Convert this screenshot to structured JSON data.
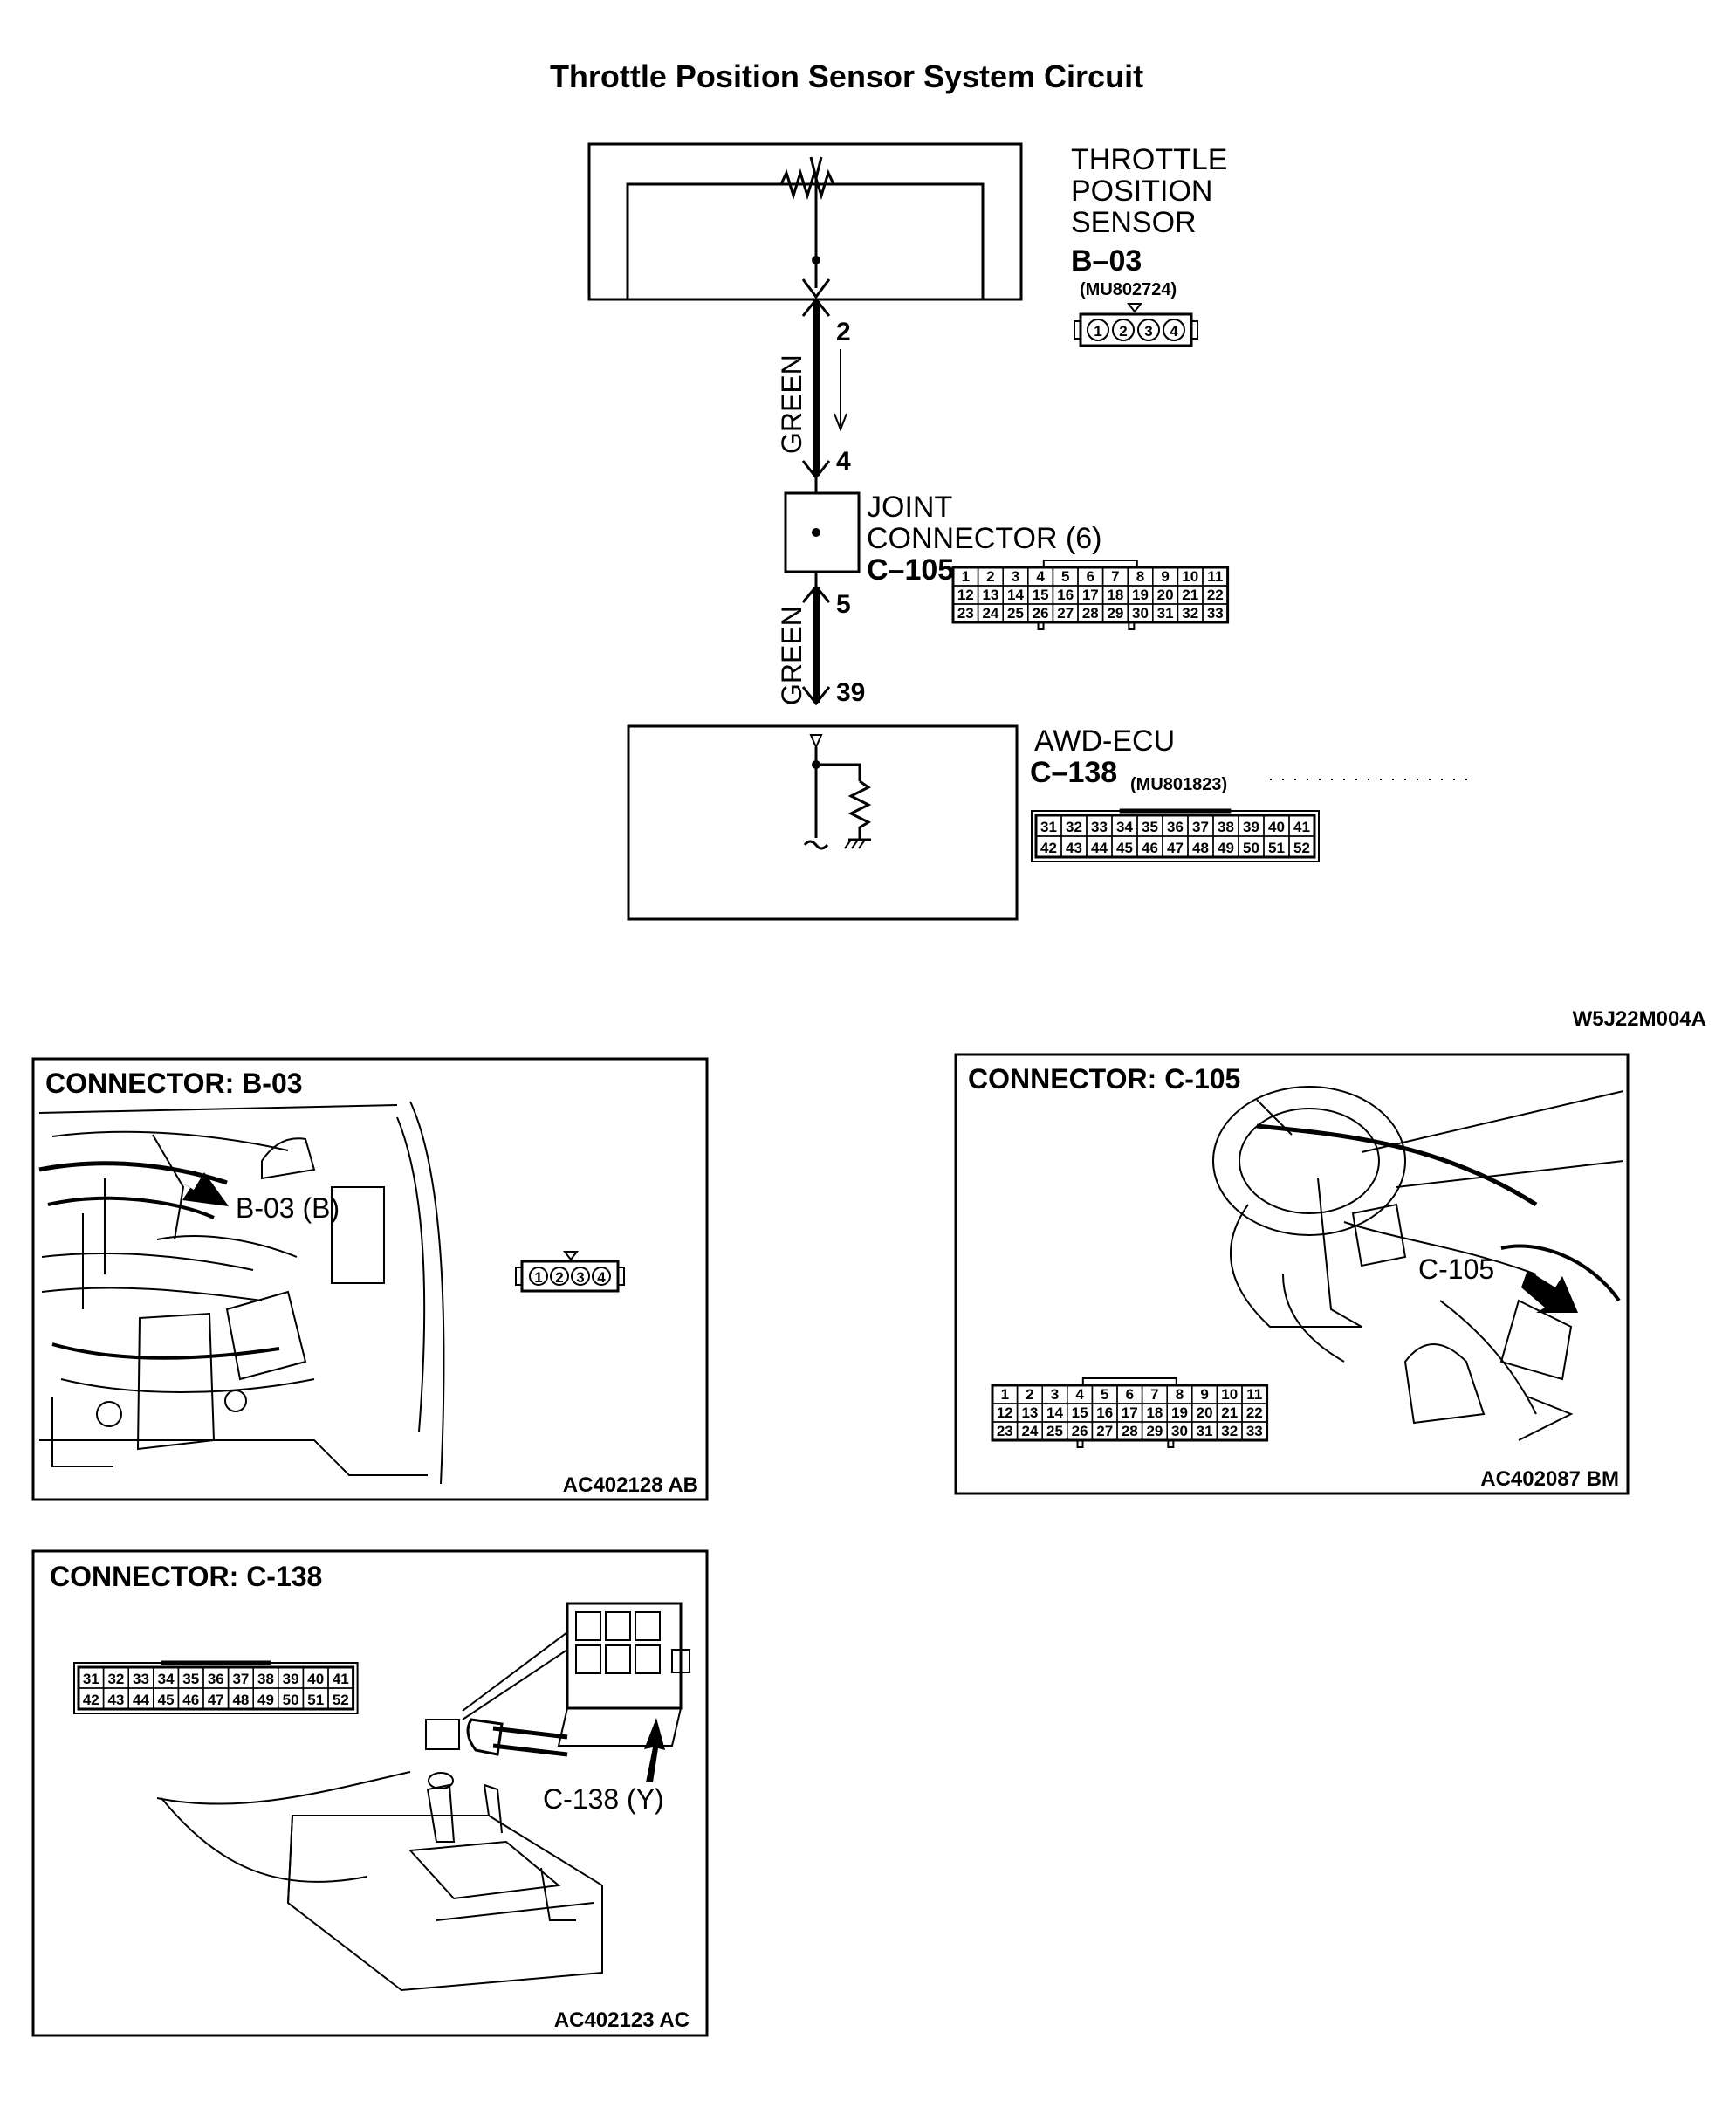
{
  "title": "Throttle Position Sensor System Circuit",
  "figure_id": "W5J22M004A",
  "tps": {
    "name_lines": [
      "THROTTLE",
      "POSITION",
      "SENSOR"
    ],
    "code": "B–03",
    "part": "(MU802724)",
    "pins": [
      "1",
      "2",
      "3",
      "4"
    ]
  },
  "wire1": {
    "color": "GREEN",
    "pin_top": "2",
    "pin_bottom": "4"
  },
  "joint": {
    "name_lines": [
      "JOINT",
      "CONNECTOR (6)"
    ],
    "code": "C–105",
    "rows": [
      [
        "1",
        "2",
        "3",
        "4",
        "5",
        "6",
        "7",
        "8",
        "9",
        "10",
        "11"
      ],
      [
        "12",
        "13",
        "14",
        "15",
        "16",
        "17",
        "18",
        "19",
        "20",
        "21",
        "22"
      ],
      [
        "23",
        "24",
        "25",
        "26",
        "27",
        "28",
        "29",
        "30",
        "31",
        "32",
        "33"
      ]
    ]
  },
  "wire2": {
    "color": "GREEN",
    "pin_top": "5",
    "pin_bottom": "39"
  },
  "ecu": {
    "name": "AWD-ECU",
    "code": "C–138",
    "part": "(MU801823)",
    "rows": [
      [
        "31",
        "32",
        "33",
        "34",
        "35",
        "36",
        "37",
        "38",
        "39",
        "40",
        "41"
      ],
      [
        "42",
        "43",
        "44",
        "45",
        "46",
        "47",
        "48",
        "49",
        "50",
        "51",
        "52"
      ]
    ]
  },
  "panels": {
    "b03": {
      "heading": "CONNECTOR: B-03",
      "callout": "B-03 (B)",
      "code": "AC402128 AB",
      "pins": [
        "1",
        "2",
        "3",
        "4"
      ]
    },
    "c105": {
      "heading": "CONNECTOR: C-105",
      "callout": "C-105",
      "code": "AC402087 BM"
    },
    "c138": {
      "heading": "CONNECTOR: C-138",
      "callout": "C-138 (Y)",
      "code": "AC402123 AC"
    }
  }
}
